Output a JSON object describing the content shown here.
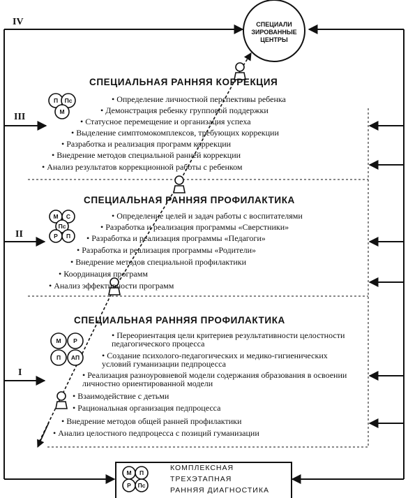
{
  "levels": {
    "iv": "IV",
    "iii": "III",
    "ii": "II",
    "i": "I"
  },
  "centers": {
    "line1": "СПЕЦИАЛИ",
    "line2": "ЗИРОВАННЫЕ",
    "line3": "ЦЕНТРЫ"
  },
  "section_iii": {
    "title": "СПЕЦИАЛЬНАЯ РАННЯЯ КОРРЕКЦИЯ",
    "specialists": [
      "П",
      "Пс",
      "М"
    ],
    "items": [
      "Определение личностной перспективы ребенка",
      "Демонстрация ребенку групповой поддержки",
      "Статусное перемещение и организация успеха",
      "Выделение симптомокомплексов, требующих коррекции",
      "Разработка и реализация программ коррекции",
      "Внедрение методов специальной ранней коррекции",
      "Анализ результатов коррекционной работы с ребенком"
    ]
  },
  "section_ii": {
    "title": "СПЕЦИАЛЬНАЯ РАННЯЯ ПРОФИЛАКТИКА",
    "specialists": [
      "М",
      "С",
      "Пс",
      "Р",
      "П"
    ],
    "items": [
      "Определение целей и задач работы с воспитателями",
      "Разработка и реализация программы «Сверстники»",
      "Разработка и реализация программы «Педагоги»",
      "Разработка и реализация программы «Родители»",
      "Внедрение методов специальной профилактики",
      "Координация программ",
      "Анализ эффективности программ"
    ]
  },
  "section_i": {
    "title": "СПЕЦИАЛЬНАЯ РАННЯЯ ПРОФИЛАКТИКА",
    "specialists": [
      "М",
      "Р",
      "П",
      "АП"
    ],
    "items": [
      "Переориентация цели критериев результативности целостности педагогического процесса",
      "Создание психолого-педагогических и медико-гигиенических условий гуманизации педпроцесса",
      "Реализация разноуровневой модели содержания образования в освоении личностно ориентированной модели",
      "Взаимодействие с детьми",
      "Рациональная организация педпроцесса",
      "Внедрение методов общей ранней профилактики",
      "Анализ целостного педпроцесса с позиций гуманизации"
    ]
  },
  "diagnostics": {
    "specialists": [
      "М",
      "П",
      "Р",
      "Пс"
    ],
    "line1": "КОМПЛЕКСНАЯ",
    "line2": "ТРЕХЭТАПНАЯ",
    "line3": "РАННЯЯ ДИАГНОСТИКА"
  },
  "bullet_char": "•"
}
